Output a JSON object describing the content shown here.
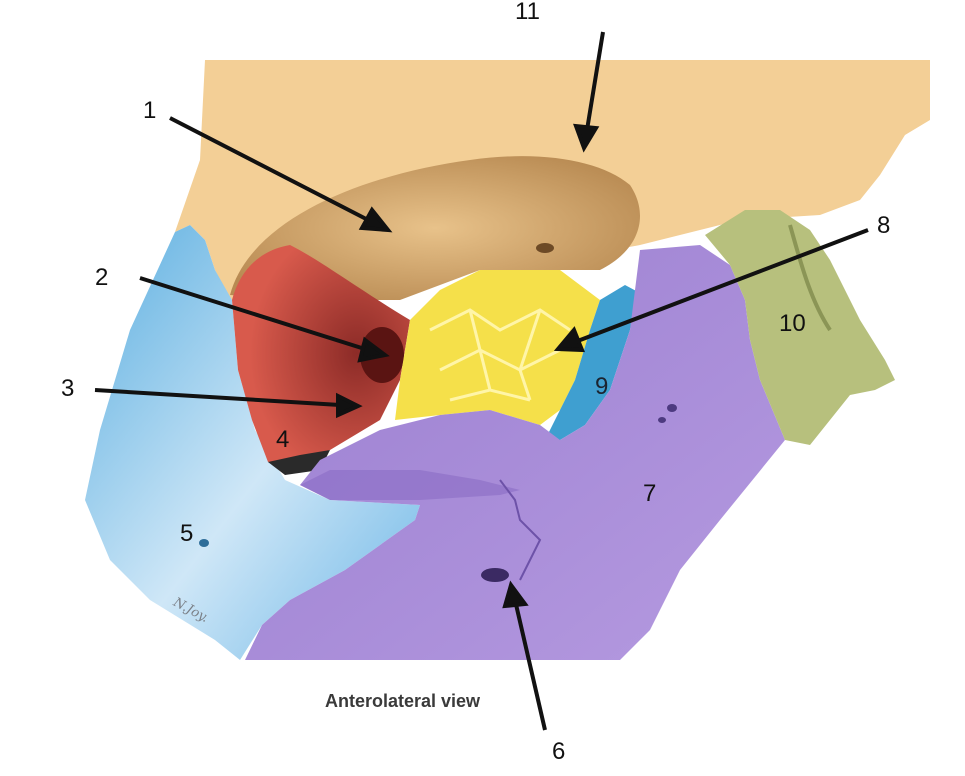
{
  "caption": "Anterolateral view",
  "signature": "N.Joy.",
  "labels": [
    "1",
    "2",
    "3",
    "4",
    "5",
    "6",
    "7",
    "8",
    "9",
    "10",
    "11"
  ],
  "colors": {
    "frontal": "#f3cf96",
    "orbit_roof": "#d9ab70",
    "ethmoid": "#f5e04a",
    "lacrimal": "#3f9fd0",
    "palatine_red": "#c8473f",
    "zygomatic": "#8fc5ea",
    "maxilla": "#a88ad6",
    "nasal": "#b7c07d",
    "arrow": "#111111"
  }
}
